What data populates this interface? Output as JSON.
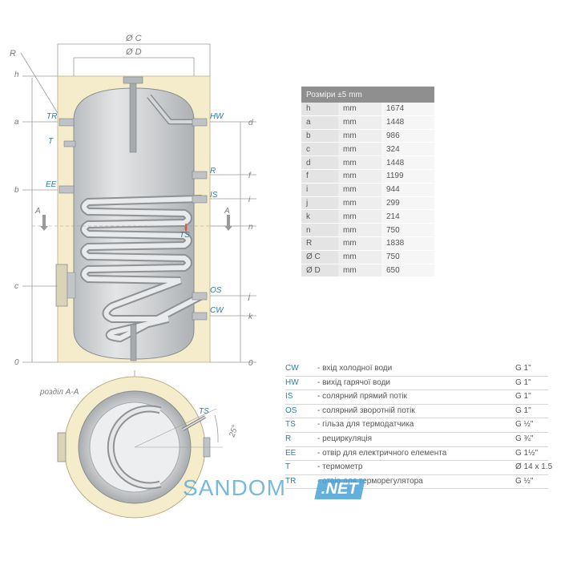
{
  "diagram": {
    "top_dimensions": {
      "oc": "Ø C",
      "od": "Ø D"
    },
    "left_dimensions": [
      "R",
      "h",
      "a",
      "b",
      "c",
      "0"
    ],
    "right_dimensions": [
      "d",
      "f",
      "i",
      "n",
      "j",
      "k",
      "0"
    ],
    "ports": [
      "TR",
      "T",
      "EE",
      "HW",
      "R",
      "IS",
      "TS",
      "OS",
      "CW"
    ],
    "section_markers": [
      "A",
      "A"
    ],
    "section_label": "розділ A-A",
    "section_ts": "TS",
    "section_angle": "25°"
  },
  "table": {
    "header": "Розміри ±5 mm",
    "rows": [
      {
        "key": "h",
        "unit": "mm",
        "value": "1674"
      },
      {
        "key": "a",
        "unit": "mm",
        "value": "1448"
      },
      {
        "key": "b",
        "unit": "mm",
        "value": "986"
      },
      {
        "key": "c",
        "unit": "mm",
        "value": "324"
      },
      {
        "key": "d",
        "unit": "mm",
        "value": "1448"
      },
      {
        "key": "f",
        "unit": "mm",
        "value": "1199"
      },
      {
        "key": "i",
        "unit": "mm",
        "value": "944"
      },
      {
        "key": "j",
        "unit": "mm",
        "value": "299"
      },
      {
        "key": "k",
        "unit": "mm",
        "value": "214"
      },
      {
        "key": "n",
        "unit": "mm",
        "value": "750"
      },
      {
        "key": "R",
        "unit": "mm",
        "value": "1838"
      },
      {
        "key": "Ø C",
        "unit": "mm",
        "value": "750"
      },
      {
        "key": "Ø D",
        "unit": "mm",
        "value": "650"
      }
    ]
  },
  "legend": [
    {
      "code": "CW",
      "desc": "- вхід холодної води",
      "spec": "G 1\""
    },
    {
      "code": "HW",
      "desc": "- вихід гарячої води",
      "spec": "G 1\""
    },
    {
      "code": "IS",
      "desc": "- солярний прямий потік",
      "spec": "G 1\""
    },
    {
      "code": "OS",
      "desc": "- солярний зворотній потік",
      "spec": "G 1\""
    },
    {
      "code": "TS",
      "desc": "- гільза для термодатчика",
      "spec": "G ½\""
    },
    {
      "code": "R",
      "desc": "- рециркуляція",
      "spec": "G ¾\""
    },
    {
      "code": "EE",
      "desc": "- отвір для електричного елемента",
      "spec": "G 1½\""
    },
    {
      "code": "T",
      "desc": "- термометр",
      "spec": "Ø 14 x 1.5"
    },
    {
      "code": "TR",
      "desc": "- отвір для терморегулятора",
      "spec": "G ½\""
    }
  ],
  "watermark": {
    "brand": "SANDOM",
    "domain": ".NET"
  },
  "colors": {
    "insulation": "#f5eccb",
    "tank": "#cfd1d3",
    "port_label": "#2d7fa8",
    "table_header": "#8f8f8f"
  }
}
